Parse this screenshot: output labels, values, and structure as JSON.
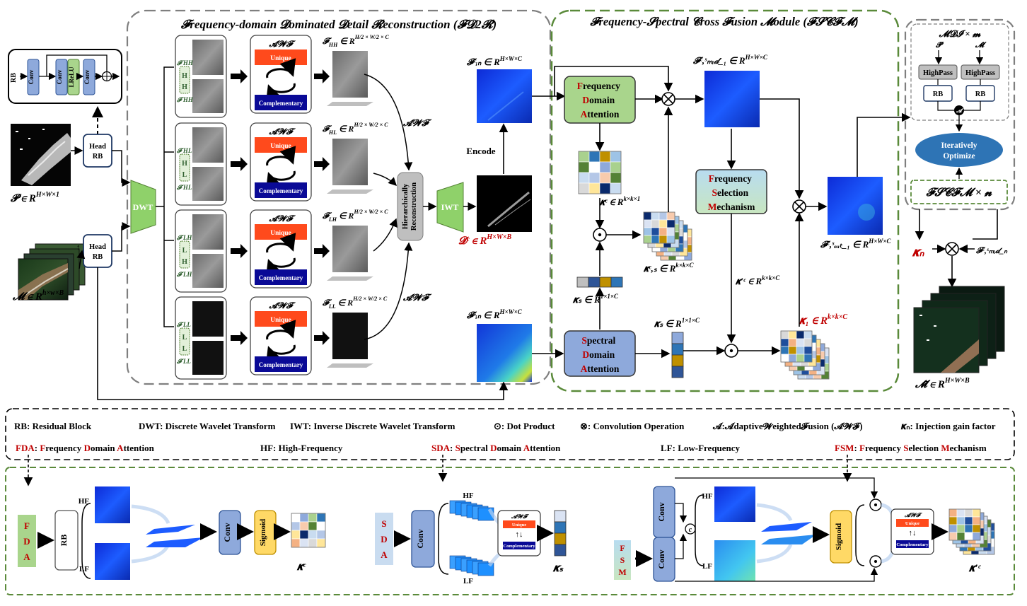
{
  "titles": {
    "fd2r": "𝓕requency-domain 𝓓ominated 𝓓etail 𝓡econstruction (𝓕𝓓2𝓡)",
    "fscfm": "𝓕requency-𝓢pectral 𝓒ross 𝓕usion 𝓜odule (𝓕𝓢𝓒𝓕𝓜)"
  },
  "mdi": {
    "title": "𝓜𝓓𝓘 × 𝓶",
    "p_label": "𝓟̃",
    "m_label": "𝓜̃",
    "highpass": "HighPass",
    "rb": "RB",
    "a_symbol": "𝓐",
    "iter": [
      "Iteratively",
      "Optimize"
    ],
    "fscfm_n": "𝓕𝓢𝓒𝓕𝓜 × 𝓷"
  },
  "inputs": {
    "p_label": "𝓟 ∈ R",
    "p_sup": "H×W×1",
    "m_label": "𝓜 ∈ R",
    "m_sup": "h×w×B",
    "head_rb": [
      "Head",
      "RB"
    ],
    "rb_detail": {
      "rb": "RB",
      "conv": "Conv",
      "lrelu": "LReLU",
      "plus": "+"
    },
    "dwt": "DWT"
  },
  "bands": [
    {
      "code": "HH",
      "letters": [
        "H",
        "H"
      ],
      "feat": "𝓕",
      "sub": "HH"
    },
    {
      "code": "HL",
      "letters": [
        "H",
        "L"
      ],
      "feat": "𝓕",
      "sub": "HL"
    },
    {
      "code": "LH",
      "letters": [
        "L",
        "H"
      ],
      "feat": "𝓕",
      "sub": "LH"
    },
    {
      "code": "LL",
      "letters": [
        "L",
        "L"
      ],
      "feat": "𝓕",
      "sub": "LL"
    }
  ],
  "band_shape": {
    "in": "∈ R",
    "frac": "H/2 × W/2 × C"
  },
  "awf": {
    "title": "𝓐𝓦𝓕",
    "unique": "Unique",
    "complementary": "Complementary"
  },
  "reconstruction": [
    "Hierarchically",
    "Reconstruction"
  ],
  "iwt": "IWT",
  "encode": "Encode",
  "d_label": "𝓓ᶜ ∈ R",
  "d_sup": "H×W×B",
  "f_in_c": "𝓕ᶜᵢₙ ∈ R",
  "f_in_s": "𝓕ˢᵢₙ ∈ R",
  "hwc": "H×W×C",
  "fda_block": [
    "requency",
    "omain",
    "ttention"
  ],
  "fda_caps": [
    "F",
    "D",
    "A"
  ],
  "sda_block": [
    "pectral",
    "omain",
    "ttention"
  ],
  "sda_caps": [
    "S",
    "D",
    "A"
  ],
  "fsm_block": [
    "requency",
    "election",
    "echanism"
  ],
  "fsm_caps": [
    "F",
    "S",
    "M"
  ],
  "fscfm_labels": {
    "f_mid": "𝓕ᶜ,ˢₘᵢ𝒹_₁ ∈ R",
    "f_out": "𝓕ᶜ,ˢₒᵤₜ_₁ ∈ R",
    "kc": "𝜿ᶜ ∈ R",
    "kc_sup": "k×k×1",
    "ks": "𝜿ₛ ∈ R",
    "ks_sup": "1×1×C",
    "kcs": "𝜿ᶜ,ₛ ∈ R",
    "kkc": "k×k×C",
    "kcp": "𝜿′ᶜ ∈ R",
    "k1": "𝜿₁ ∈ R",
    "kn": "𝜿ₙ",
    "f_mid_n": "𝓕ᶜ,ˢₘᵢ𝒹_ₙ",
    "m_out": "𝓜̃ ∈ R",
    "m_out_sup": "H×W×B"
  },
  "legend": {
    "row1": [
      "RB: Residual Block",
      "DWT: Discrete Wavelet Transform",
      "IWT: Inverse Discrete Wavelet Transform",
      "⊙: Dot Product",
      "⊗: Convolution Operation",
      "𝓐:𝓐daptive𝓦eighted𝓕usion (𝓐𝓦𝓕)",
      "𝜿ₙ: Injection gain factor"
    ],
    "row2": [
      {
        "red": "FDA",
        "text": ": ",
        "parts": [
          "F",
          "requency ",
          "D",
          "omain ",
          "A",
          "ttention"
        ]
      },
      {
        "text": "HF: High-Frequency"
      },
      {
        "red": "SDA",
        "text": ": ",
        "parts": [
          "S",
          "pectral ",
          "D",
          "omain ",
          "A",
          "ttention"
        ]
      },
      {
        "text": "LF: Low-Frequency"
      },
      {
        "red": "FSM",
        "text": ": ",
        "parts": [
          "F",
          "requency ",
          "S",
          "election ",
          "M",
          "echanism"
        ]
      }
    ]
  },
  "detail": {
    "hf": "HF",
    "lf": "LF",
    "rb": "RB",
    "conv": "Conv",
    "sigmoid": "Sigmoid",
    "c": "c",
    "fda": [
      "F",
      "D",
      "A"
    ],
    "sda": [
      "S",
      "D",
      "A"
    ],
    "fsm": [
      "F",
      "S",
      "M"
    ],
    "kc": "𝜿ᶜ",
    "ks": "𝜿ₛ",
    "kcp": "𝜿′ᶜ"
  },
  "colors": {
    "red": "#c00000",
    "green_dash": "#5a8a3a",
    "gray_dash": "#7f7f7f",
    "unique": "#ff4a1c",
    "complementary": "#0a0a96",
    "dwt": "#8fd16a",
    "fda": "#a9d58c",
    "sda": "#8ea9db",
    "conv": "#8ea9db",
    "sigmoid": "#ffd966"
  }
}
